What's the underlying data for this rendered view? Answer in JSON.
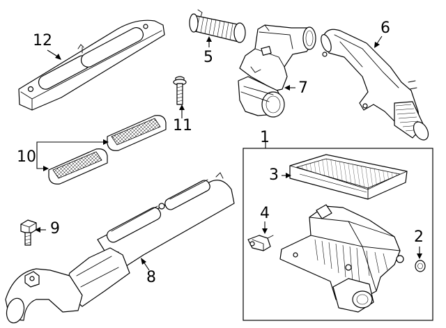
{
  "callouts": {
    "c1": "1",
    "c2": "2",
    "c3": "3",
    "c4": "4",
    "c5": "5",
    "c6": "6",
    "c7": "7",
    "c8": "8",
    "c9": "9",
    "c10": "10",
    "c11": "11",
    "c12": "12"
  },
  "colors": {
    "line": "#000000",
    "background": "#ffffff"
  }
}
